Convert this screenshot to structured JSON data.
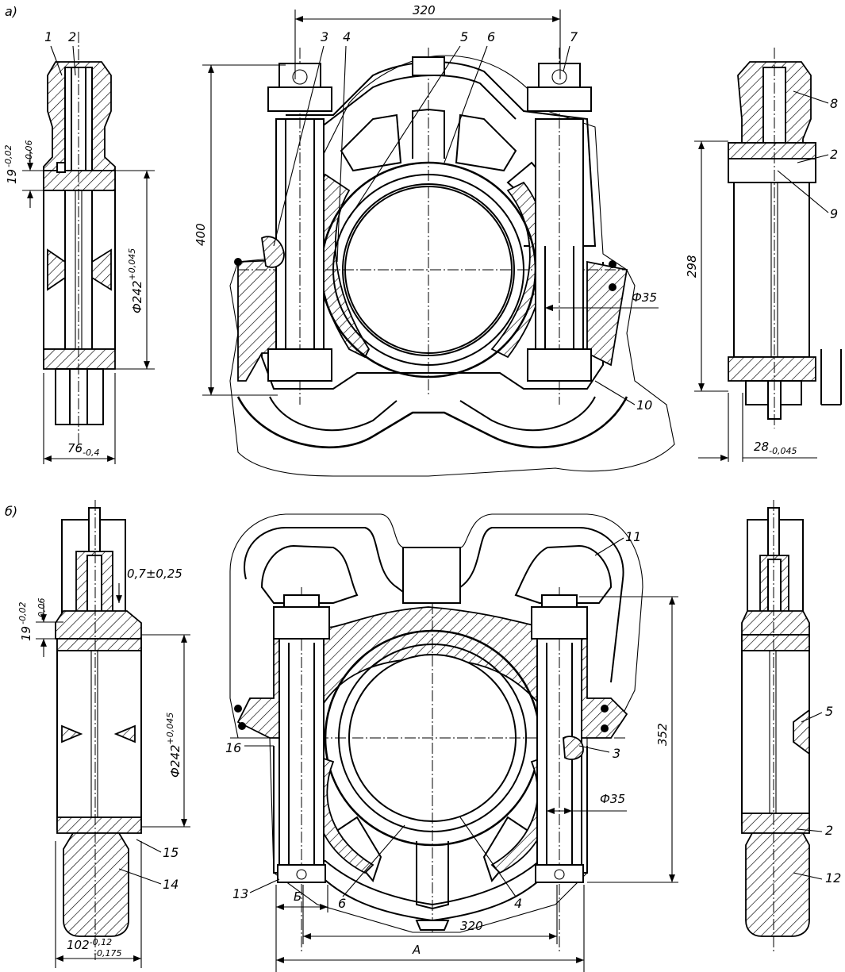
{
  "views": {
    "a": {
      "label": "а)"
    },
    "b": {
      "label": "б)"
    }
  },
  "callouts": {
    "a": [
      "1",
      "2",
      "3",
      "4",
      "5",
      "6",
      "7",
      "8",
      "2",
      "9",
      "10"
    ],
    "b": [
      "11",
      "16",
      "13",
      "6",
      "4",
      "3",
      "5",
      "2",
      "12",
      "15",
      "14"
    ]
  },
  "dimensions": {
    "a": {
      "width_top": "320",
      "height_left": "400",
      "bolt_dia": "Ф35",
      "bore_dia_base": "Ф242",
      "bore_dia_tol": "+0,045",
      "flange_base": "19",
      "flange_tol_upper": "-0,02",
      "flange_tol_lower": "-0,06",
      "width_side": "76",
      "width_side_tol": "-0,4",
      "height_right": "298",
      "width_right_base": "28",
      "width_right_tol": "-0,045"
    },
    "b": {
      "gap": "0,7±0,25",
      "flange_base": "19",
      "flange_tol_upper": "-0,02",
      "flange_tol_lower": "-0,06",
      "bore_dia_base": "Ф242",
      "bore_dia_tol": "+0,045",
      "width_side_base": "102",
      "width_side_tol_upper": "-0,12",
      "width_side_tol_lower": "-0,175",
      "height_right": "352",
      "bolt_dia": "Ф35",
      "width_bottom": "320",
      "dim_A": "А",
      "dim_B": "Б"
    }
  }
}
